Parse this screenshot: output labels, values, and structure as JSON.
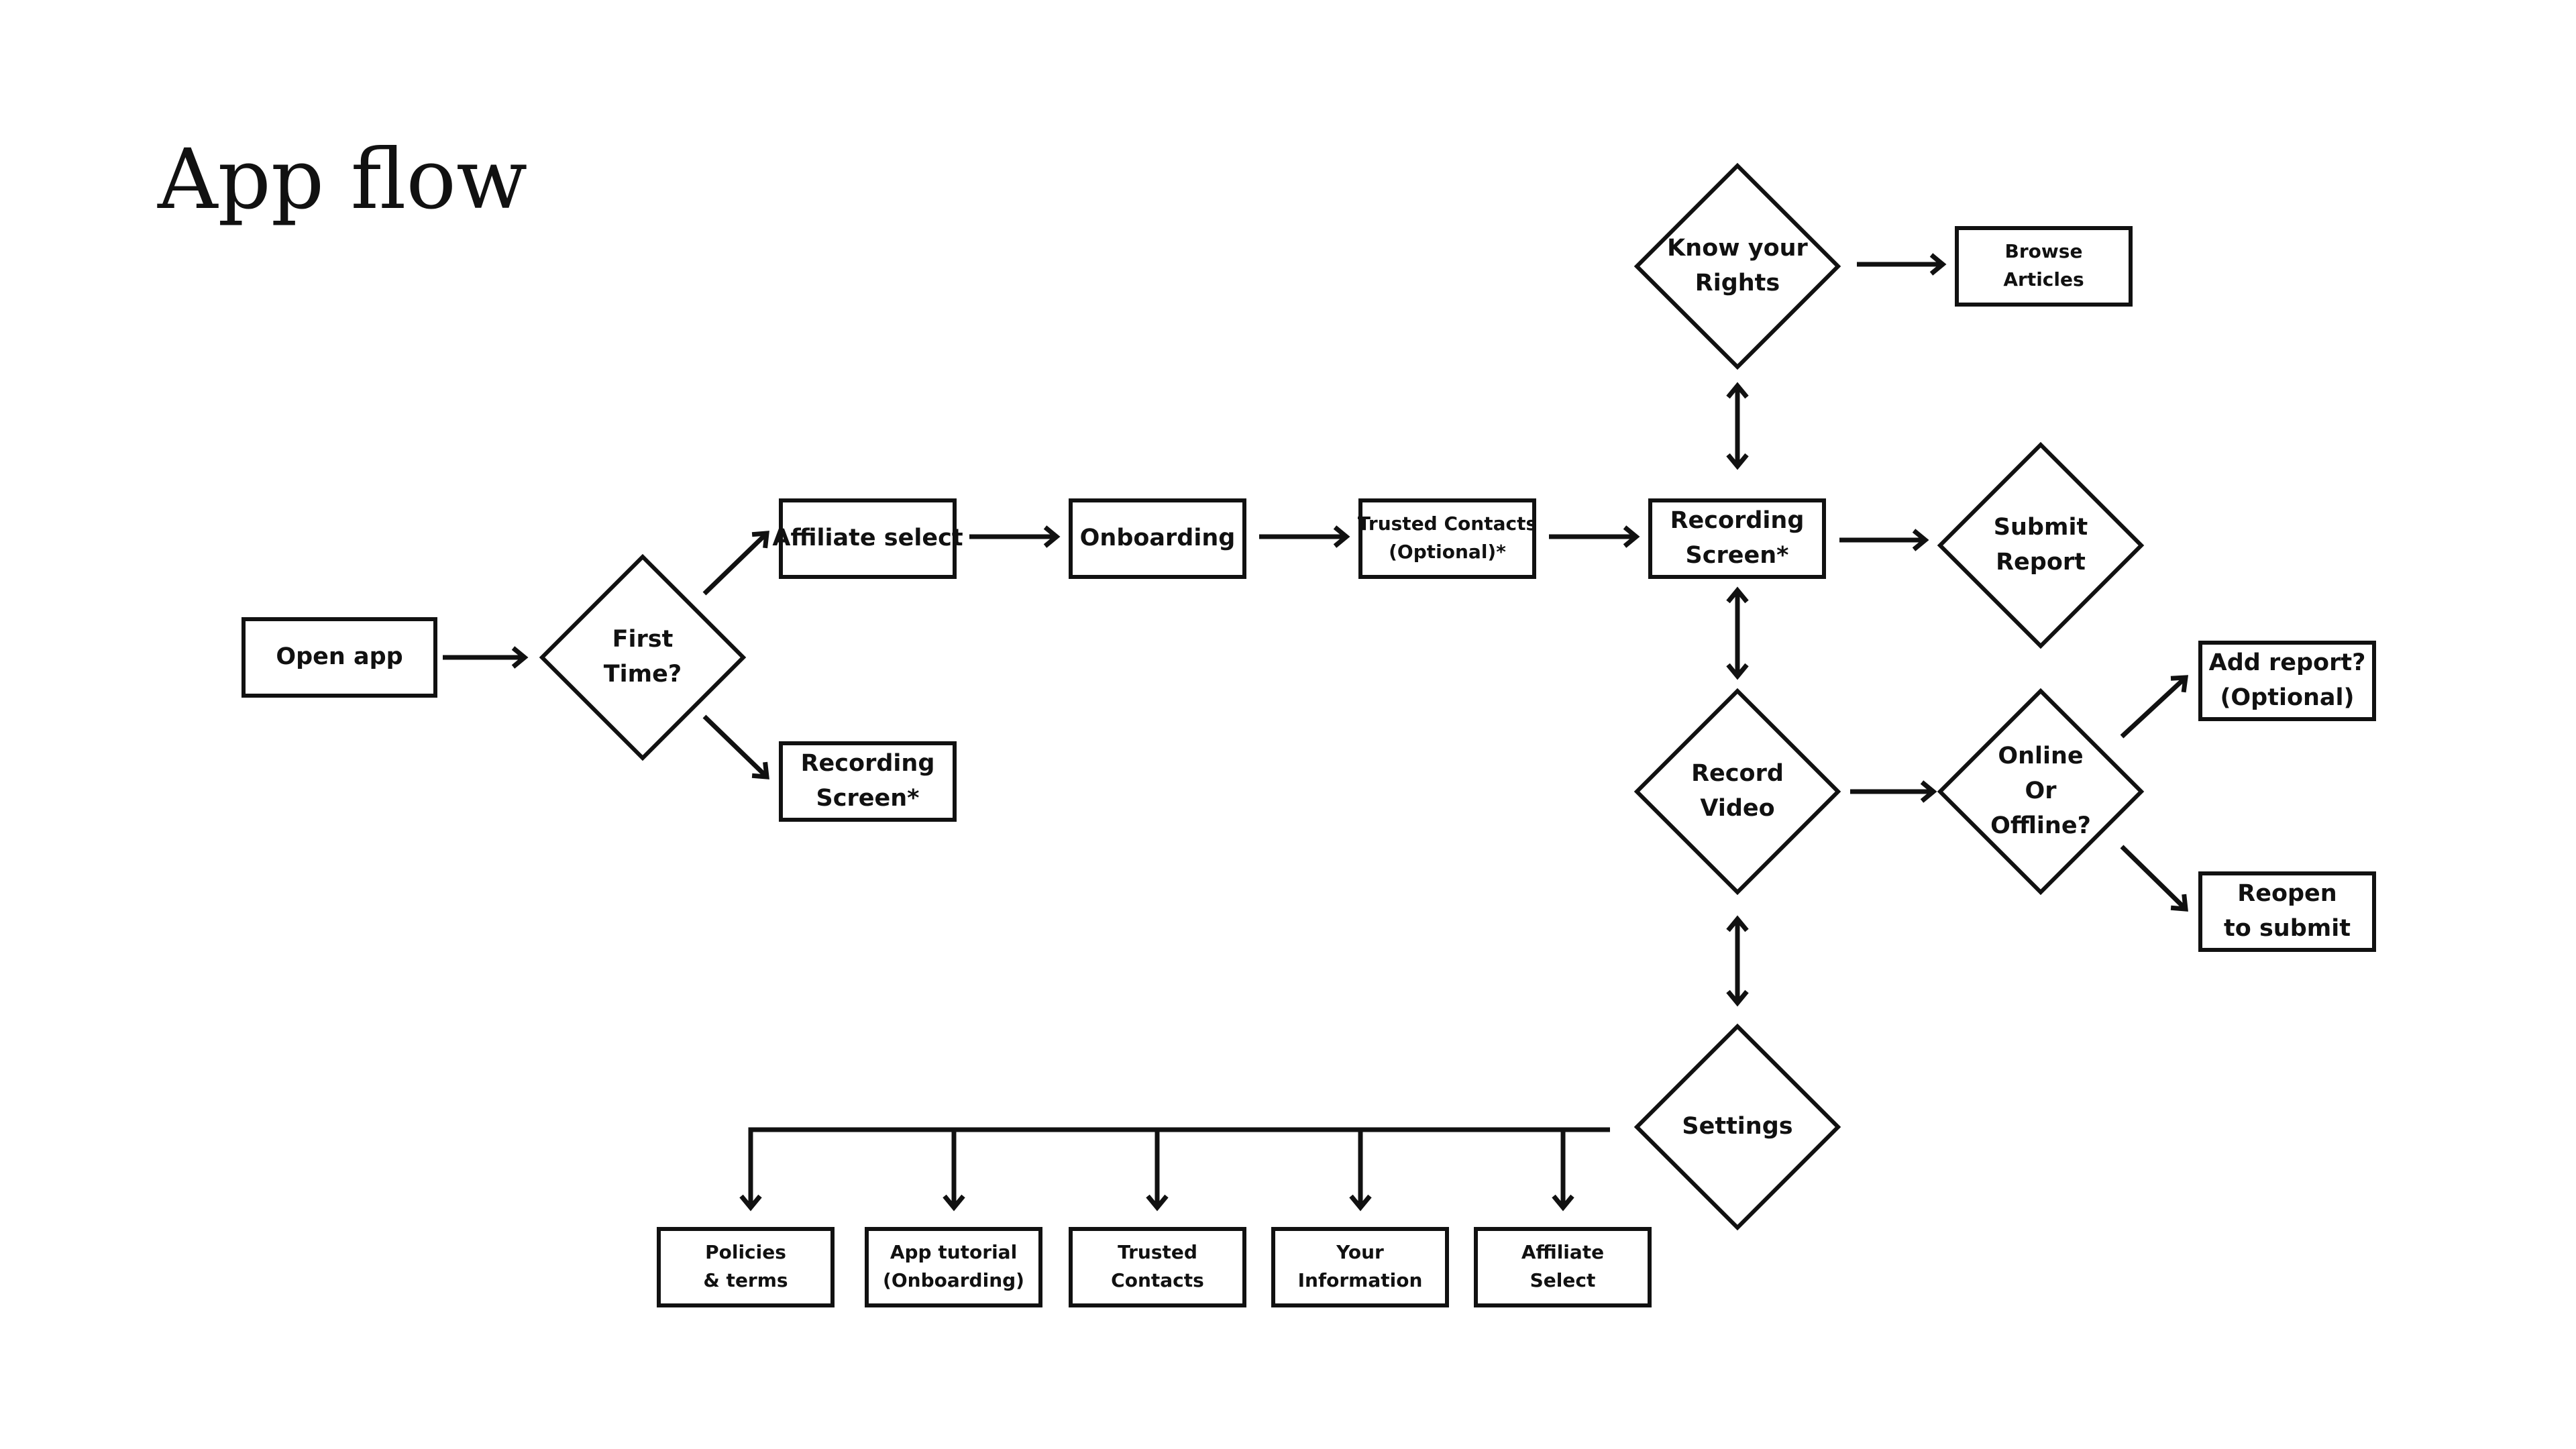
{
  "title": "App flow",
  "nodes": {
    "open_app": {
      "lines": [
        "Open app"
      ]
    },
    "first_time": {
      "lines": [
        "First",
        "Time?"
      ]
    },
    "affiliate_select": {
      "lines": [
        "Affiliate select"
      ]
    },
    "recording_screen_left": {
      "lines": [
        "Recording",
        "Screen*"
      ]
    },
    "onboarding": {
      "lines": [
        "Onboarding"
      ]
    },
    "trusted_contacts_optional": {
      "lines": [
        "Trusted Contacts",
        "(Optional)*"
      ]
    },
    "recording_screen_main": {
      "lines": [
        "Recording",
        "Screen*"
      ]
    },
    "know_your_rights": {
      "lines": [
        "Know your",
        "Rights"
      ]
    },
    "browse_articles": {
      "lines": [
        "Browse",
        "Articles"
      ]
    },
    "submit_report": {
      "lines": [
        "Submit",
        "Report"
      ]
    },
    "record_video": {
      "lines": [
        "Record",
        "Video"
      ]
    },
    "online_or_offline": {
      "lines": [
        "Online",
        "Or",
        "Offline?"
      ]
    },
    "add_report": {
      "lines": [
        "Add report?",
        "(Optional)"
      ]
    },
    "reopen_to_submit": {
      "lines": [
        "Reopen",
        "to submit"
      ]
    },
    "settings": {
      "lines": [
        "Settings"
      ]
    },
    "policies_terms": {
      "lines": [
        "Policies",
        "& terms"
      ]
    },
    "app_tutorial": {
      "lines": [
        "App tutorial",
        "(Onboarding)"
      ]
    },
    "trusted_contacts": {
      "lines": [
        "Trusted",
        "Contacts"
      ]
    },
    "your_information": {
      "lines": [
        "Your",
        "Information"
      ]
    },
    "affiliate_select_settings": {
      "lines": [
        "Affiliate",
        "Select"
      ]
    }
  },
  "edges": [
    {
      "from": "open_app",
      "to": "first_time",
      "direction": "forward"
    },
    {
      "from": "first_time",
      "to": "affiliate_select",
      "direction": "forward"
    },
    {
      "from": "first_time",
      "to": "recording_screen_left",
      "direction": "forward"
    },
    {
      "from": "affiliate_select",
      "to": "onboarding",
      "direction": "forward"
    },
    {
      "from": "onboarding",
      "to": "trusted_contacts_optional",
      "direction": "forward"
    },
    {
      "from": "trusted_contacts_optional",
      "to": "recording_screen_main",
      "direction": "forward"
    },
    {
      "from": "recording_screen_main",
      "to": "know_your_rights",
      "direction": "both"
    },
    {
      "from": "know_your_rights",
      "to": "browse_articles",
      "direction": "forward"
    },
    {
      "from": "recording_screen_main",
      "to": "submit_report",
      "direction": "forward"
    },
    {
      "from": "recording_screen_main",
      "to": "record_video",
      "direction": "both"
    },
    {
      "from": "record_video",
      "to": "online_or_offline",
      "direction": "forward"
    },
    {
      "from": "online_or_offline",
      "to": "add_report",
      "direction": "forward"
    },
    {
      "from": "online_or_offline",
      "to": "reopen_to_submit",
      "direction": "forward"
    },
    {
      "from": "record_video",
      "to": "settings",
      "direction": "both"
    },
    {
      "from": "settings",
      "to": "policies_terms",
      "direction": "forward"
    },
    {
      "from": "settings",
      "to": "app_tutorial",
      "direction": "forward"
    },
    {
      "from": "settings",
      "to": "trusted_contacts",
      "direction": "forward"
    },
    {
      "from": "settings",
      "to": "your_information",
      "direction": "forward"
    },
    {
      "from": "settings",
      "to": "affiliate_select_settings",
      "direction": "forward"
    }
  ],
  "colors": {
    "stroke": "#111111",
    "background": "#ffffff"
  }
}
